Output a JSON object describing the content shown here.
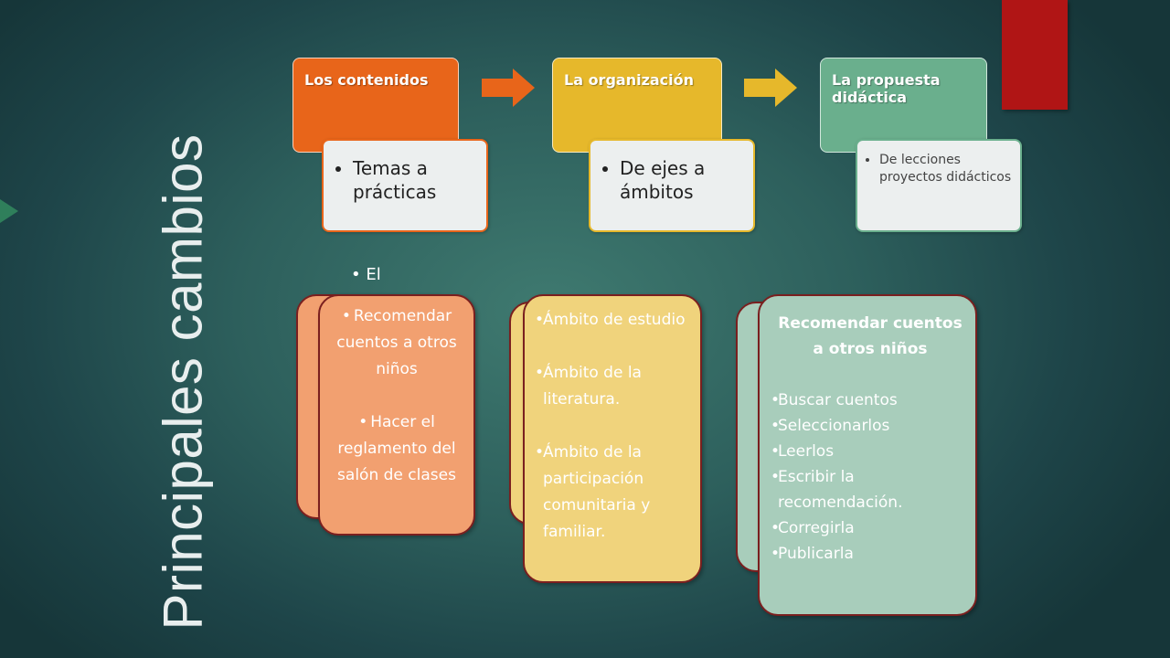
{
  "title": "Principales cambios",
  "colors": {
    "orange": "#e8651a",
    "yellow": "#e6b82b",
    "green": "#6aaf8d",
    "card_salmon": "#f2a070",
    "card_sand": "#f0d37c",
    "card_sage": "#a8cdbb",
    "accent_red": "#b01515"
  },
  "process": [
    {
      "header": "Los contenidos",
      "item": "Temas a prácticas"
    },
    {
      "header": "La organización",
      "item": "De ejes a ámbitos"
    },
    {
      "header": "La propuesta didáctica",
      "item": "De lecciones proyectos didácticos"
    }
  ],
  "stray_text": "El",
  "cards": {
    "first": {
      "items": [
        "Recomendar cuentos a otros niños",
        "Hacer el reglamento del salón de clases"
      ]
    },
    "second": {
      "items": [
        "Ámbito de estudio",
        "Ámbito de la literatura.",
        "Ámbito de la participación comunitaria y familiar."
      ]
    },
    "third": {
      "title": "Recomendar cuentos a otros niños",
      "items": [
        "Buscar cuentos",
        "Seleccionarlos",
        "Leerlos",
        "Escribir la recomendación.",
        "Corregirla",
        "Publicarla"
      ]
    }
  }
}
